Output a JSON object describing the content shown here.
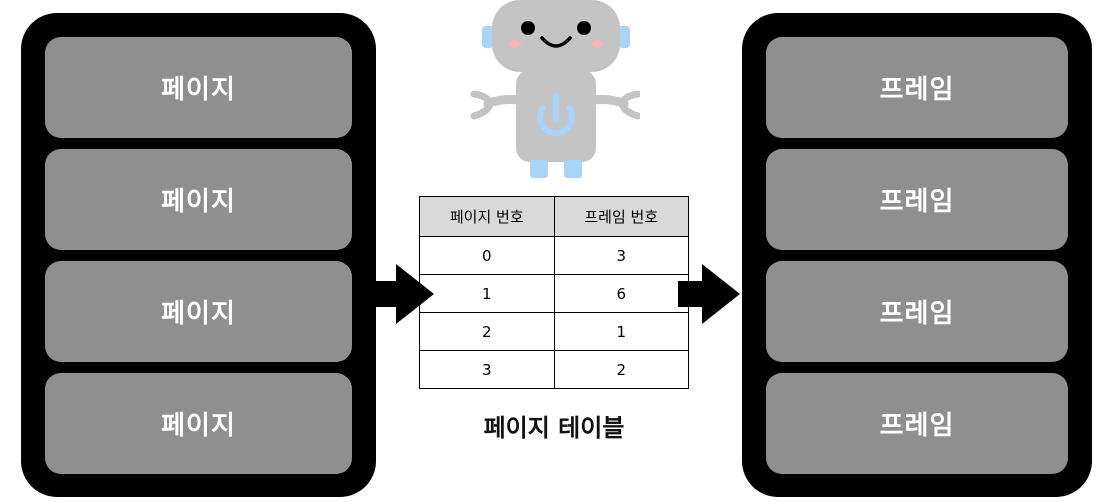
{
  "pages": {
    "blocks": [
      "페이지",
      "페이지",
      "페이지",
      "페이지"
    ]
  },
  "frames": {
    "blocks": [
      "프레임",
      "프레임",
      "프레임",
      "프레임"
    ]
  },
  "page_table": {
    "headers": [
      "페이지 번호",
      "프레임 번호"
    ],
    "rows": [
      [
        "0",
        "3"
      ],
      [
        "1",
        "6"
      ],
      [
        "2",
        "1"
      ],
      [
        "3",
        "2"
      ]
    ],
    "caption": "페이지 테이블"
  },
  "colors": {
    "panel": "#000000",
    "block": "#8f8f8f",
    "table_header": "#d9d9d9",
    "robot_body": "#c4c4c4",
    "robot_accent": "#a9d3f7"
  },
  "icons": {
    "mascot": "robot-icon",
    "power": "power-icon",
    "arrows": "arrow-right-icon"
  }
}
